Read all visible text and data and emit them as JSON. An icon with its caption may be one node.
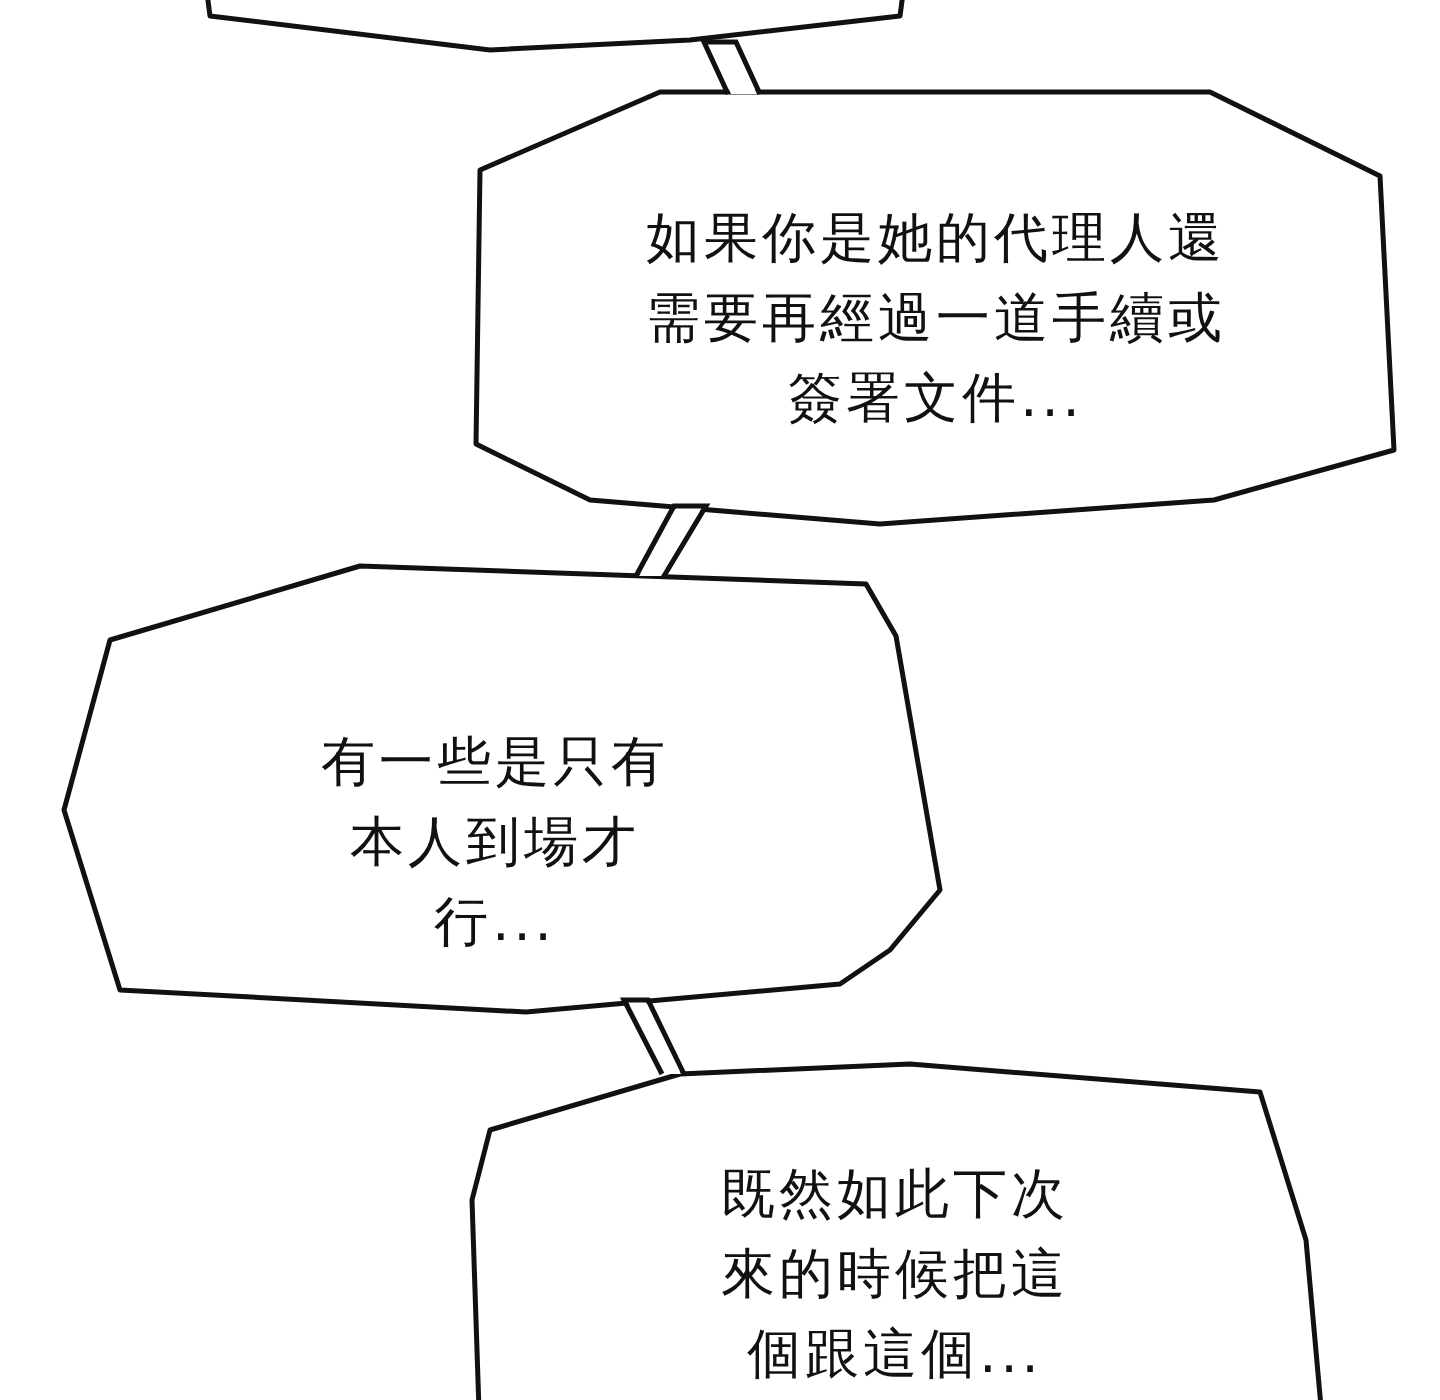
{
  "diagram": {
    "nodes": [
      {
        "text": [],
        "shape": "box"
      },
      {
        "text": [
          "如果你是她的代理人還需要再經過一道手續或簽署文件..."
        ]
      },
      {
        "text": [
          "有一些是只有本人到場才行..."
        ]
      },
      {
        "text": [
          "既然如此下次來的時候把這個跟這個..."
        ]
      }
    ],
    "edges": [
      {
        "from": 0,
        "to": 1,
        "arrow": "none"
      },
      {
        "from": 1,
        "to": 2,
        "arrow": "none"
      },
      {
        "from": 2,
        "to": 3,
        "arrow": "none"
      }
    ]
  }
}
